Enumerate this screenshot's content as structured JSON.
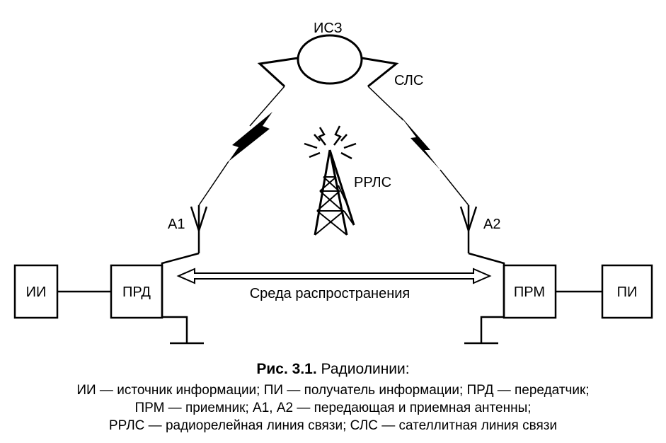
{
  "diagram": {
    "satellite_label": "ИСЗ",
    "sls_label": "СЛС",
    "rrls_label": "РРЛС",
    "antenna_left_label": "А1",
    "antenna_right_label": "А2",
    "source_label": "ИИ",
    "transmitter_label": "ПРД",
    "receiver_label": "ПРМ",
    "recipient_label": "ПИ",
    "medium_label": "Среда распространения"
  },
  "caption": {
    "title_bold": "Рис. 3.1.",
    "title_rest": " Радиолинии:",
    "line1": "ИИ — источник информации; ПИ — получатель информации; ПРД — передатчик;",
    "line2": "ПРМ — приемник; А1, А2 — передающая и приемная антенны;",
    "line3": "РРЛС — радиорелейная линия связи; СЛС — сателлитная линия связи"
  }
}
